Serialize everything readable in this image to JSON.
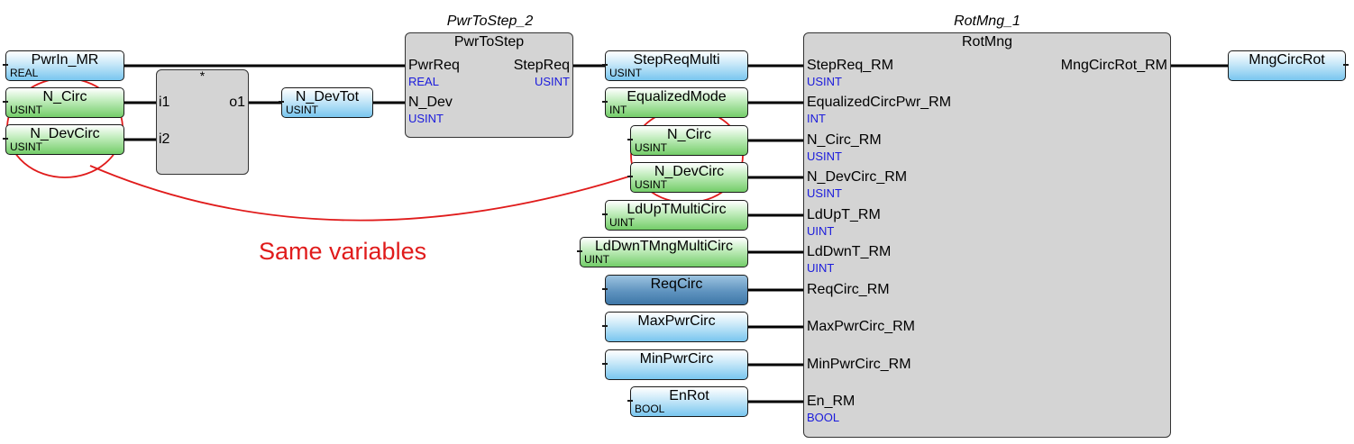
{
  "colors": {
    "wire": "#000000",
    "input_var_blue": "#79c6ef",
    "constant_var_green": "#74cd69",
    "highlighted_var": "#3e77a8",
    "block_fill": "#d4d4d4",
    "port_type_text": "#1a1adc",
    "annotation_red": "#e01b1b"
  },
  "variables": {
    "pwrin_mr": {
      "name": "PwrIn_MR",
      "type": "REAL"
    },
    "n_circ_left": {
      "name": "N_Circ",
      "type": "USINT"
    },
    "n_devcirc_left": {
      "name": "N_DevCirc",
      "type": "USINT"
    },
    "n_devtot": {
      "name": "N_DevTot",
      "type": "USINT"
    },
    "stepreqmulti": {
      "name": "StepReqMulti",
      "type": "USINT"
    },
    "equalizedmode": {
      "name": "EqualizedMode",
      "type": "INT"
    },
    "n_circ_right": {
      "name": "N_Circ",
      "type": "USINT"
    },
    "n_devcirc_right": {
      "name": "N_DevCirc",
      "type": "USINT"
    },
    "ldupt": {
      "name": "LdUpTMultiCirc",
      "type": "UINT"
    },
    "lddwnt": {
      "name": "LdDwnTMngMultiCirc",
      "type": "UINT"
    },
    "reqcirc": {
      "name": "ReqCirc",
      "type": ""
    },
    "maxpwrcirc": {
      "name": "MaxPwrCirc",
      "type": ""
    },
    "minpwrcirc": {
      "name": "MinPwrCirc",
      "type": ""
    },
    "enrot": {
      "name": "EnRot",
      "type": "BOOL"
    },
    "mngcircrot": {
      "name": "MngCircRot",
      "type": ""
    }
  },
  "mult_block": {
    "instance": "*",
    "inputs": [
      "i1",
      "i2"
    ],
    "output": "o1",
    "icon": "multiply-icon"
  },
  "pwrtostep": {
    "instance": "PwrToStep_2",
    "type": "PwrToStep",
    "in1": {
      "name": "PwrReq",
      "type": "REAL"
    },
    "in2": {
      "name": "N_Dev",
      "type": "USINT"
    },
    "out1": {
      "name": "StepReq",
      "type": "USINT"
    }
  },
  "rotmng": {
    "instance": "RotMng_1",
    "type": "RotMng",
    "inputs": [
      {
        "name": "StepReq_RM",
        "type": "USINT"
      },
      {
        "name": "EqualizedCircPwr_RM",
        "type": "INT"
      },
      {
        "name": "N_Circ_RM",
        "type": "USINT"
      },
      {
        "name": "N_DevCirc_RM",
        "type": "USINT"
      },
      {
        "name": "LdUpT_RM",
        "type": "UINT"
      },
      {
        "name": "LdDwnT_RM",
        "type": "UINT"
      },
      {
        "name": "ReqCirc_RM",
        "type": ""
      },
      {
        "name": "MaxPwrCirc_RM",
        "type": ""
      },
      {
        "name": "MinPwrCirc_RM",
        "type": ""
      },
      {
        "name": "En_RM",
        "type": "BOOL"
      }
    ],
    "output": {
      "name": "MngCircRot_RM"
    }
  },
  "annotation": {
    "text": "Same variables"
  }
}
